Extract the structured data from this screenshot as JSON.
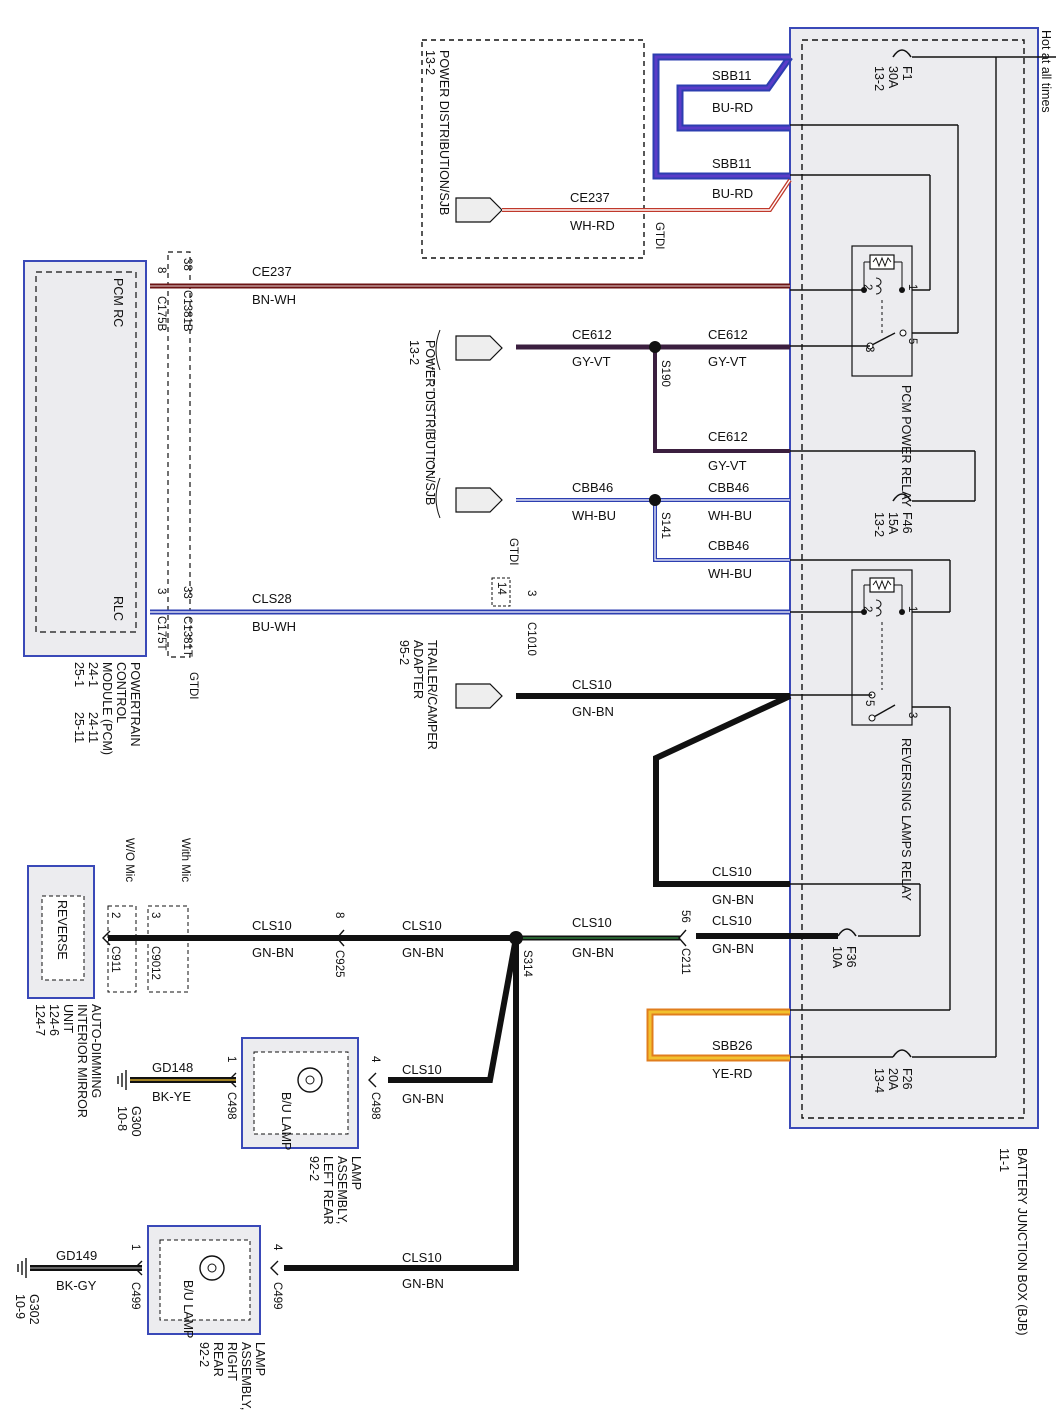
{
  "colors": {
    "box_blue": "#3a49b8",
    "box_fill": "#ececef",
    "wire_black": "#111111",
    "wire_dark_red": "#6b1414",
    "wire_gray_violet": "#3b1f3f",
    "wire_blue": "#2c3eb0",
    "wire_violet": "#5a3cc8",
    "wire_red": "#c0392b",
    "wire_green": "#2f7d3a",
    "wire_yellow": "#f2c12e",
    "wire_orange": "#e07d1e"
  },
  "bjb": {
    "name": "BATTERY JUNCTION BOX (BJB)",
    "ref": "11-1",
    "hot_label": "Hot at all times"
  },
  "fuses": {
    "f1": {
      "id": "F1",
      "amps": "30A",
      "ref": "13-2"
    },
    "f46": {
      "id": "F46",
      "amps": "15A",
      "ref": "13-2"
    },
    "f36": {
      "id": "F36",
      "amps": "10A"
    },
    "f26": {
      "id": "F26",
      "amps": "20A",
      "ref": "13-4"
    }
  },
  "relays": {
    "pcm": {
      "name": "PCM POWER RELAY",
      "pins": [
        "2",
        "1",
        "5",
        "3"
      ]
    },
    "reversing": {
      "name": "REVERSING LAMPS RELAY",
      "pins": [
        "2",
        "1",
        "5",
        "3"
      ]
    }
  },
  "wires": {
    "sbb11_a": {
      "circuit": "SBB11",
      "color": "BU-RD"
    },
    "sbb11_b": {
      "circuit": "SBB11",
      "color": "BU-RD"
    },
    "ce237_top": {
      "circuit": "CE237",
      "color": "WH-RD"
    },
    "ce237": {
      "circuit": "CE237",
      "color": "BN-WH"
    },
    "ce612_l": {
      "circuit": "CE612",
      "color": "GY-VT"
    },
    "ce612_r": {
      "circuit": "CE612",
      "color": "GY-VT"
    },
    "ce612_b": {
      "circuit": "CE612",
      "color": "GY-VT"
    },
    "cbb46_l": {
      "circuit": "CBB46",
      "color": "WH-BU"
    },
    "cbb46_r": {
      "circuit": "CBB46",
      "color": "WH-BU"
    },
    "cbb46_b": {
      "circuit": "CBB46",
      "color": "WH-BU"
    },
    "cls28": {
      "circuit": "CLS28",
      "color": "BU-WH"
    },
    "cls10_trailer": {
      "circuit": "CLS10",
      "color": "GN-BN"
    },
    "cls10_rel": {
      "circuit": "CLS10",
      "color": "GN-BN"
    },
    "cls10_f36": {
      "circuit": "CLS10",
      "color": "GN-BN"
    },
    "cls10_c211": {
      "circuit": "CLS10",
      "color": "GN-BN"
    },
    "cls10_c925": {
      "circuit": "CLS10",
      "color": "GN-BN"
    },
    "cls10_mirror": {
      "circuit": "CLS10",
      "color": "GN-BN"
    },
    "cls10_left": {
      "circuit": "CLS10",
      "color": "GN-BN"
    },
    "cls10_right": {
      "circuit": "CLS10",
      "color": "GN-BN"
    },
    "sbb26": {
      "circuit": "SBB26",
      "color": "YE-RD"
    },
    "gd148": {
      "circuit": "GD148",
      "color": "BK-YE"
    },
    "gd149": {
      "circuit": "GD149",
      "color": "BK-GY"
    }
  },
  "splices": {
    "s190": "S190",
    "s141": "S141",
    "s314": "S314"
  },
  "connectors": {
    "c175b": {
      "id": "C175B",
      "pin": "8"
    },
    "c1381b": {
      "id": "C1381B",
      "pin": "38"
    },
    "c175t": {
      "id": "C175T",
      "pin": "3"
    },
    "c1381t": {
      "id": "C1381T",
      "pin": "33"
    },
    "c1010": {
      "id": "C1010",
      "pin": "3"
    },
    "c1010_alt_pin": "14",
    "gtdi_a": "GTDI",
    "gtdi_b": "GTDI",
    "gtdi_c": "GTDI",
    "c211": {
      "id": "C211",
      "pin": "56"
    },
    "c925": {
      "id": "C925",
      "pin": "8"
    },
    "c911": {
      "id": "C911",
      "pin": "2"
    },
    "c9012": {
      "id": "C9012",
      "pin": "3"
    },
    "c498_in": {
      "id": "C498",
      "pin": "4"
    },
    "c498_out": {
      "id": "C498",
      "pin": "1"
    },
    "c499_in": {
      "id": "C499",
      "pin": "4"
    },
    "c499_out": {
      "id": "C499",
      "pin": "1"
    }
  },
  "grounds": {
    "g300": {
      "id": "G300",
      "ref": "10-8"
    },
    "g302": {
      "id": "G302",
      "ref": "10-9"
    }
  },
  "components": {
    "pdsjb_top": {
      "name": "POWER DISTRIBUTION/SJB",
      "ref": "13-2"
    },
    "pdsjb_mid": {
      "name": "POWER DISTRIBUTION/SJB",
      "ref": "13-2"
    },
    "pcm": {
      "pin_top": "PCM RC",
      "pin_bottom": "RLC",
      "name_lines": [
        "POWERTRAIN",
        "CONTROL",
        "MODULE (PCM)"
      ],
      "refs": [
        "24-1",
        "24-11",
        "25-1",
        "25-11"
      ]
    },
    "trailer": {
      "name_lines": [
        "TRAILER/CAMPER",
        "ADAPTER"
      ],
      "ref": "95-2"
    },
    "mirror": {
      "pin_label": "REVERSE",
      "name_lines": [
        "AUTO-DIMMING",
        "INTERIOR MIRROR",
        "UNIT"
      ],
      "refs": [
        "124-6",
        "124-7"
      ],
      "with_mic": "With Mic",
      "wo_mic": "W/O Mic"
    },
    "lamp_left": {
      "lamp": "B/U LAMP",
      "name_lines": [
        "LAMP",
        "ASSEMBLY,",
        "LEFT REAR"
      ],
      "ref": "92-2"
    },
    "lamp_right": {
      "lamp": "B/U LAMP",
      "name_lines": [
        "LAMP",
        "ASSEMBLY,",
        "RIGHT",
        "REAR"
      ],
      "ref": "92-2"
    }
  }
}
